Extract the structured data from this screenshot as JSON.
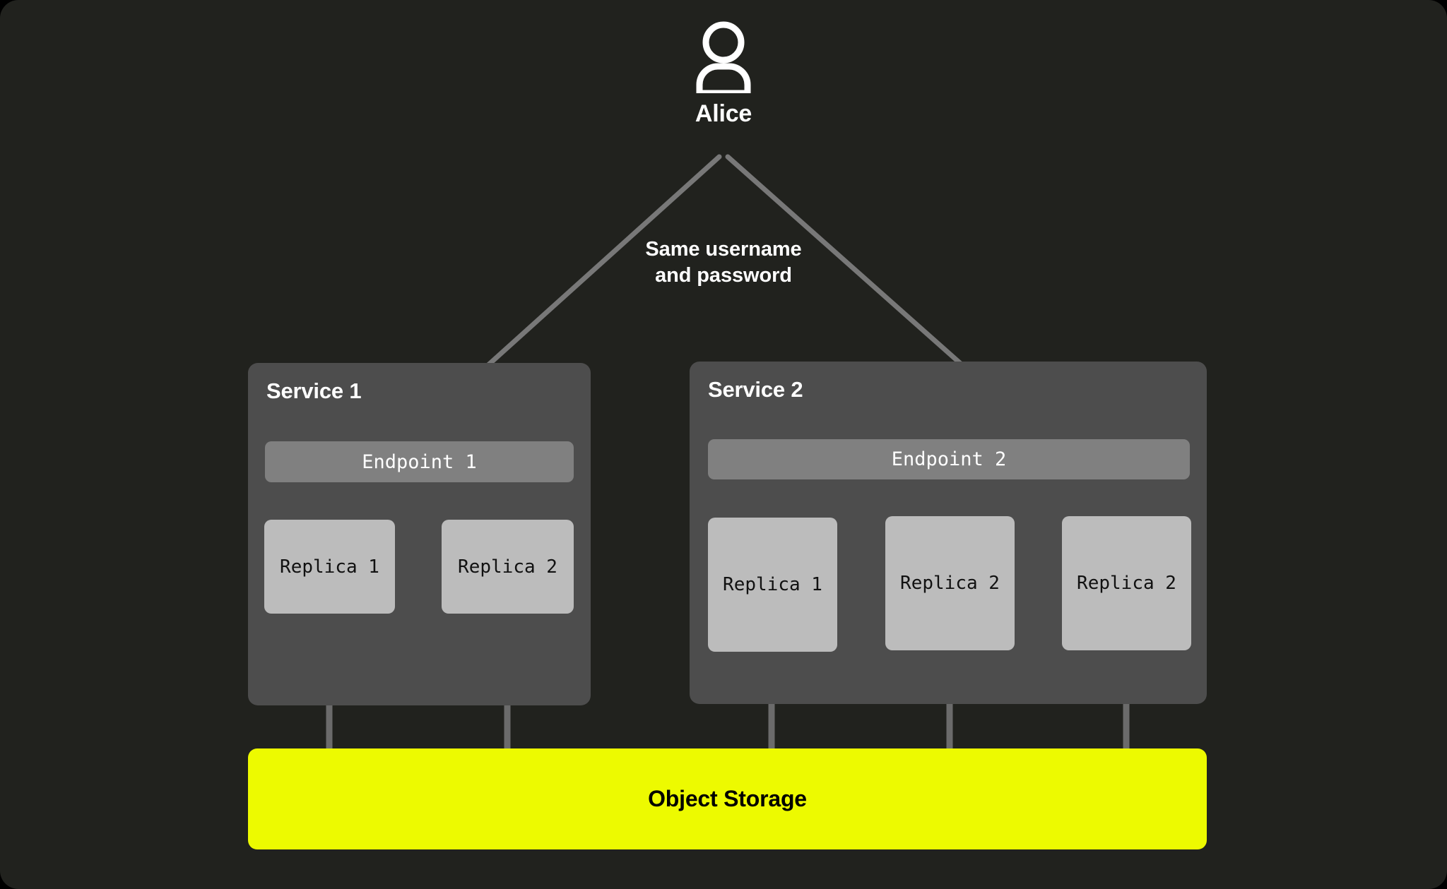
{
  "actor": {
    "icon": "person-icon",
    "label": "Alice"
  },
  "arrow_caption": {
    "line1": "Same username",
    "line2": "and password"
  },
  "services": [
    {
      "title": "Service 1",
      "endpoint": "Endpoint 1",
      "replicas": [
        "Replica 1",
        "Replica 2"
      ]
    },
    {
      "title": "Service 2",
      "endpoint": "Endpoint 2",
      "replicas": [
        "Replica 1",
        "Replica 2",
        "Replica 2"
      ]
    }
  ],
  "storage": {
    "label": "Object Storage"
  },
  "colors": {
    "canvas_background": "#21221e",
    "service_panel": "#4d4d4d",
    "endpoint_bar": "#808080",
    "replica_box": "#bcbcbc",
    "storage_accent": "#edfa00",
    "connector_line": "#6b6b6b",
    "arrow_line": "#787878",
    "text_light": "#ffffff",
    "text_dark": "#000000"
  }
}
